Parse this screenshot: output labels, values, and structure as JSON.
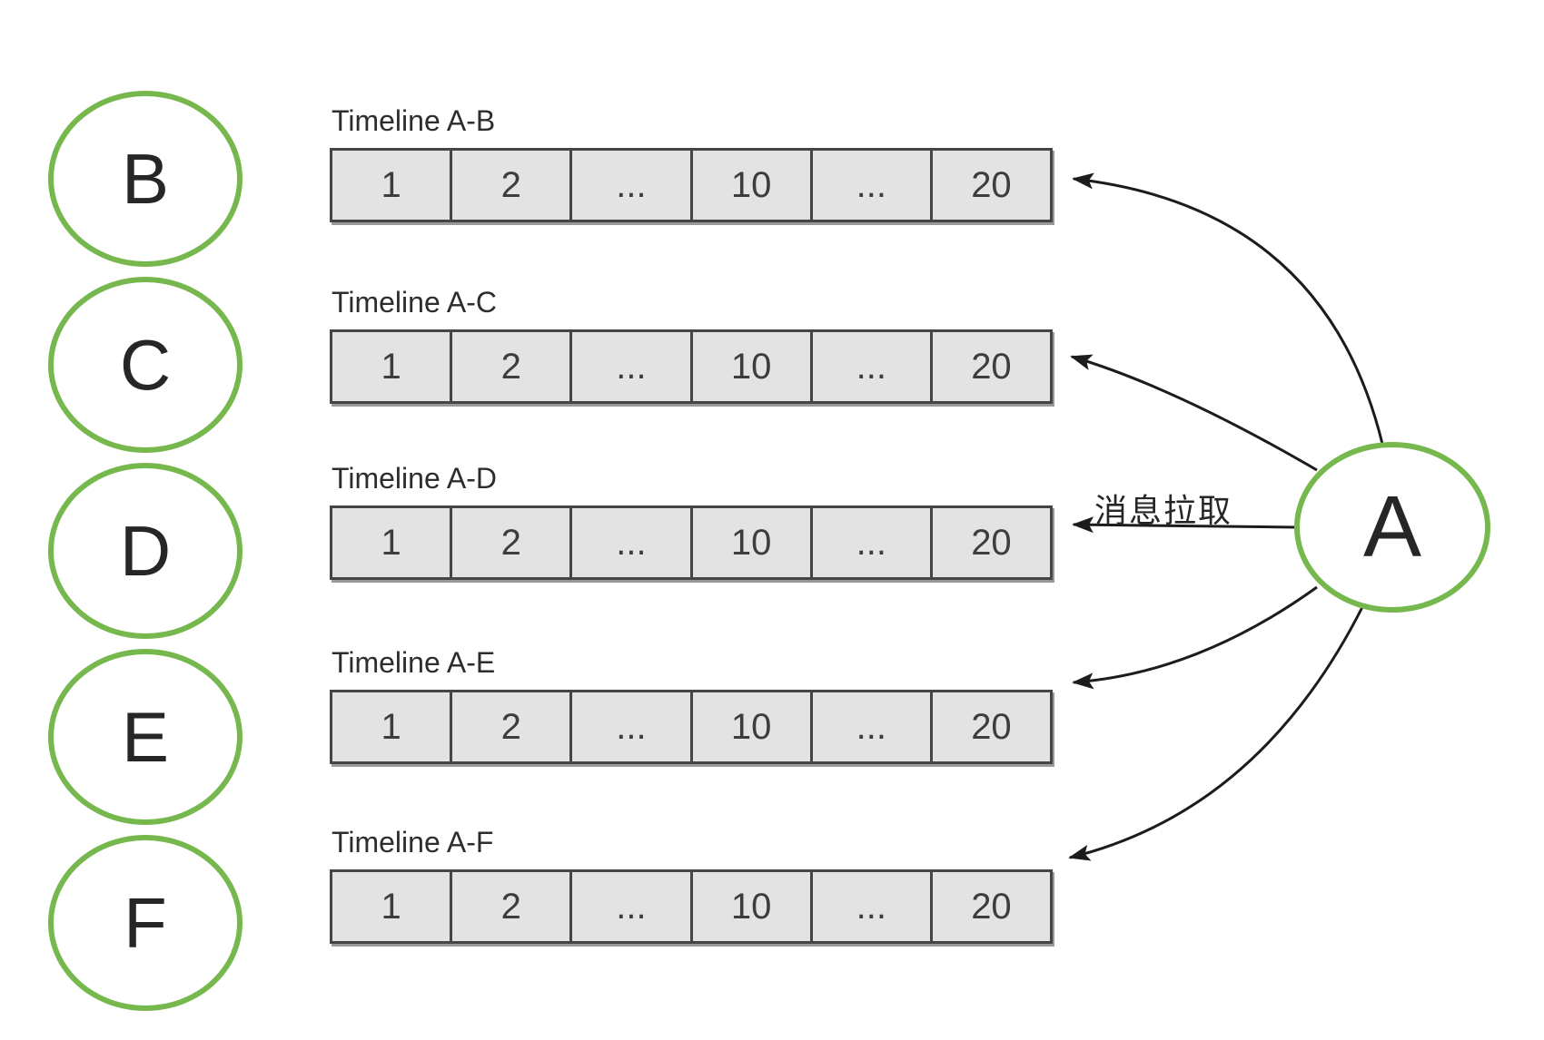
{
  "diagram": {
    "left_nodes": [
      {
        "label": "B"
      },
      {
        "label": "C"
      },
      {
        "label": "D"
      },
      {
        "label": "E"
      },
      {
        "label": "F"
      }
    ],
    "right_node": {
      "label": "A"
    },
    "timelines": [
      {
        "label": "Timeline A-B",
        "cells": [
          "1",
          "2",
          "...",
          "10",
          "...",
          "20"
        ]
      },
      {
        "label": "Timeline A-C",
        "cells": [
          "1",
          "2",
          "...",
          "10",
          "...",
          "20"
        ]
      },
      {
        "label": "Timeline A-D",
        "cells": [
          "1",
          "2",
          "...",
          "10",
          "...",
          "20"
        ]
      },
      {
        "label": "Timeline A-E",
        "cells": [
          "1",
          "2",
          "...",
          "10",
          "...",
          "20"
        ]
      },
      {
        "label": "Timeline A-F",
        "cells": [
          "1",
          "2",
          "...",
          "10",
          "...",
          "20"
        ]
      }
    ],
    "arrow_label": "消息拉取",
    "colors": {
      "node_border": "#76b84e",
      "cell_fill": "#e3e3e3",
      "cell_border": "#454545",
      "arrow": "#1c1c1c",
      "text": "#2d2d2d"
    }
  }
}
